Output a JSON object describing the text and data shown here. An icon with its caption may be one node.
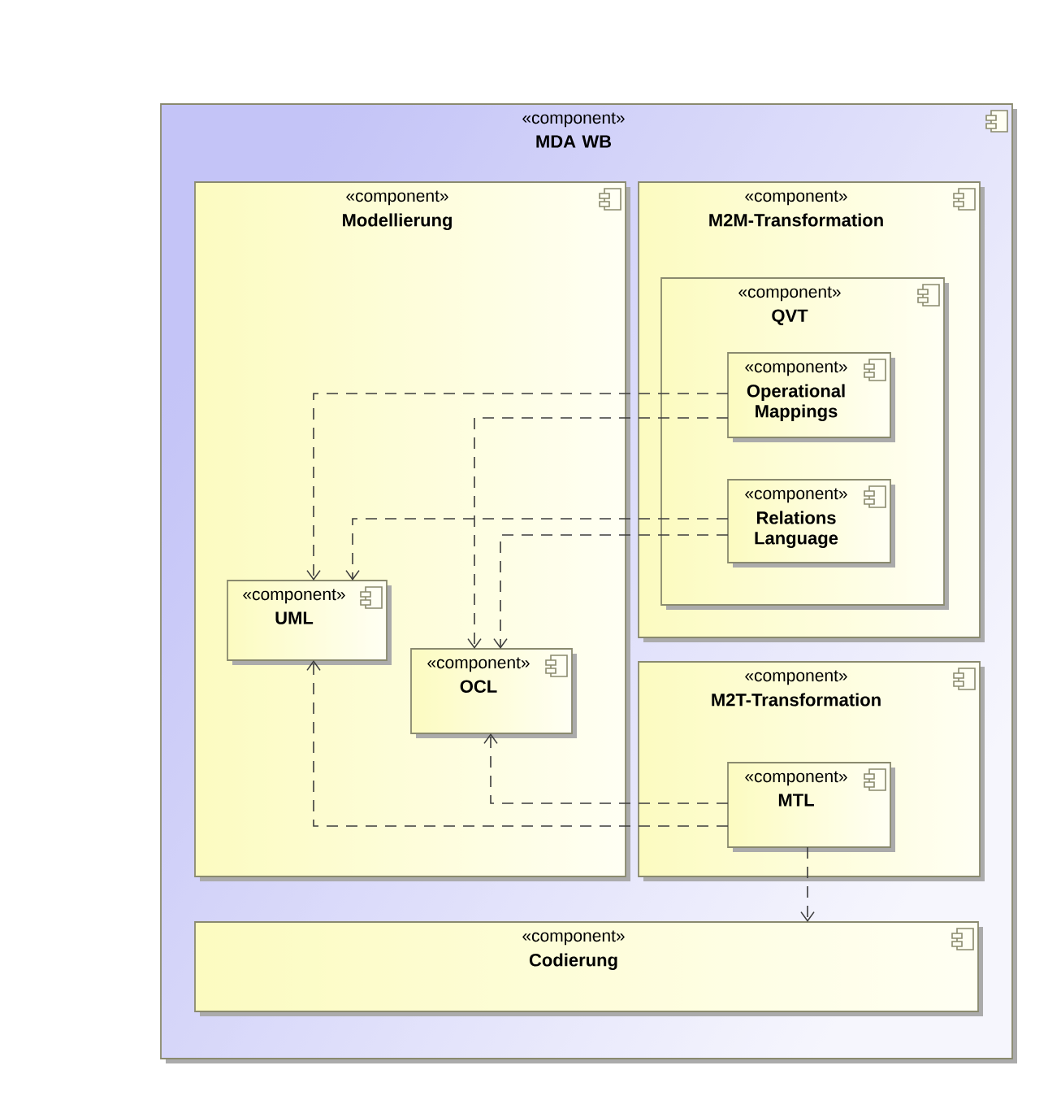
{
  "diagram": {
    "nodes": [
      {
        "text": [
          "«component»",
          "MDA WB"
        ]
      },
      {
        "text": [
          "«component»",
          "Modellierung"
        ],
        "in": 0
      },
      {
        "text": [
          "«component»",
          "M2M-Transformation"
        ],
        "in": 0
      },
      {
        "text": [
          "«component»",
          "QVT"
        ],
        "in": 2
      },
      {
        "text": [
          "«component»",
          "Operational Mappings"
        ],
        "in": 3
      },
      {
        "text": [
          "«component»",
          "Relations Language"
        ],
        "in": 3
      },
      {
        "text": [
          "«component»",
          "UML"
        ],
        "in": 1
      },
      {
        "text": [
          "«component»",
          "OCL"
        ],
        "in": 1
      },
      {
        "text": [
          "«component»",
          "M2T-Transformation"
        ],
        "in": 0
      },
      {
        "text": [
          "«component»",
          "MTL"
        ],
        "in": 8
      },
      {
        "text": [
          "«component»",
          "Codierung"
        ],
        "in": 0
      }
    ],
    "edges": [
      {
        "from": 4,
        "to": 6,
        "arrow": "to",
        "style": "dashed"
      },
      {
        "from": 4,
        "to": 7,
        "arrow": "to",
        "style": "dashed"
      },
      {
        "from": 5,
        "to": 6,
        "arrow": "to",
        "style": "dashed"
      },
      {
        "from": 5,
        "to": 7,
        "arrow": "to",
        "style": "dashed"
      },
      {
        "from": 9,
        "to": 6,
        "arrow": "to",
        "style": "dashed"
      },
      {
        "from": 9,
        "to": 7,
        "arrow": "to",
        "style": "dashed"
      },
      {
        "from": 9,
        "to": 10,
        "arrow": "to",
        "style": "dashed"
      }
    ]
  }
}
